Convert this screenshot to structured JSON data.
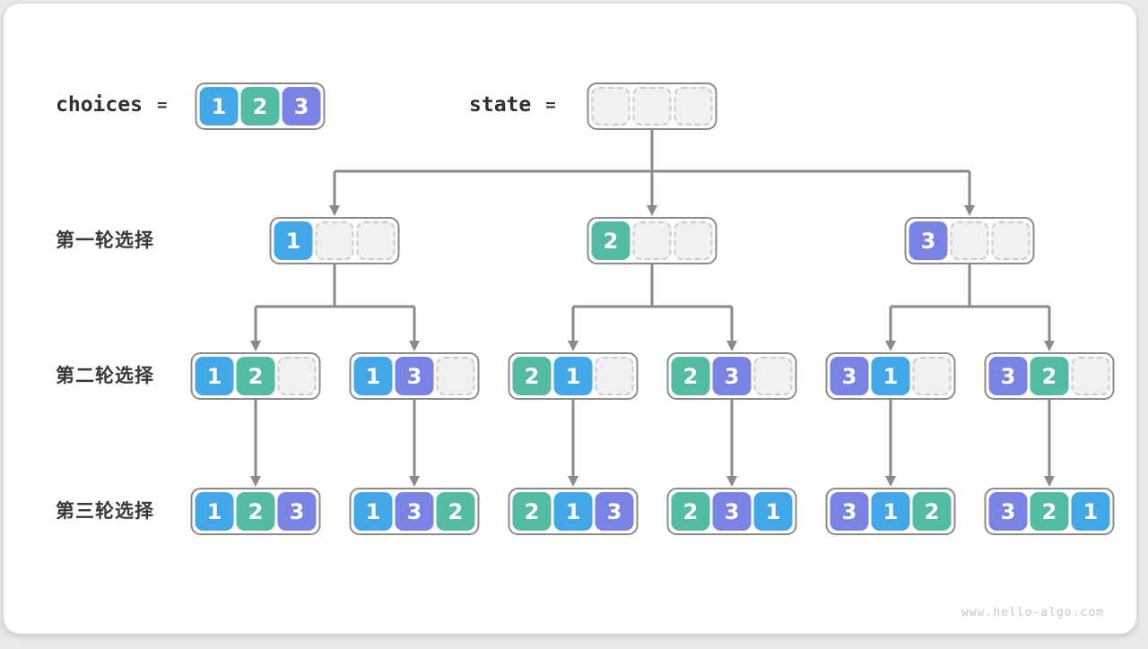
{
  "palette": {
    "value1_blue": "#42a7e6",
    "value2_teal": "#53baa4",
    "value3_purple": "#7a83e3",
    "connector_gray": "#8a8a8a",
    "node_border_gray": "#8b8b8b",
    "empty_cell_bg": "#f1f1f1",
    "empty_cell_border": "#cbcbcb",
    "label_text": "#2f2f2f",
    "watermark_text": "#c6c6c6"
  },
  "header": {
    "choices": {
      "label": "choices",
      "equals": "=",
      "cells": [
        "1",
        "2",
        "3"
      ]
    },
    "state": {
      "label": "state",
      "equals": "=",
      "cells": [
        "",
        "",
        ""
      ]
    }
  },
  "rows": [
    {
      "label": "第一轮选择",
      "nodes": [
        [
          "1",
          "",
          ""
        ],
        [
          "2",
          "",
          ""
        ],
        [
          "3",
          "",
          ""
        ]
      ]
    },
    {
      "label": "第二轮选择",
      "nodes": [
        [
          "1",
          "2",
          ""
        ],
        [
          "1",
          "3",
          ""
        ],
        [
          "2",
          "1",
          ""
        ],
        [
          "2",
          "3",
          ""
        ],
        [
          "3",
          "1",
          ""
        ],
        [
          "3",
          "2",
          ""
        ]
      ]
    },
    {
      "label": "第三轮选择",
      "nodes": [
        [
          "1",
          "2",
          "3"
        ],
        [
          "1",
          "3",
          "2"
        ],
        [
          "2",
          "1",
          "3"
        ],
        [
          "2",
          "3",
          "1"
        ],
        [
          "3",
          "1",
          "2"
        ],
        [
          "3",
          "2",
          "1"
        ]
      ]
    }
  ],
  "watermark": "www.hello-algo.com"
}
